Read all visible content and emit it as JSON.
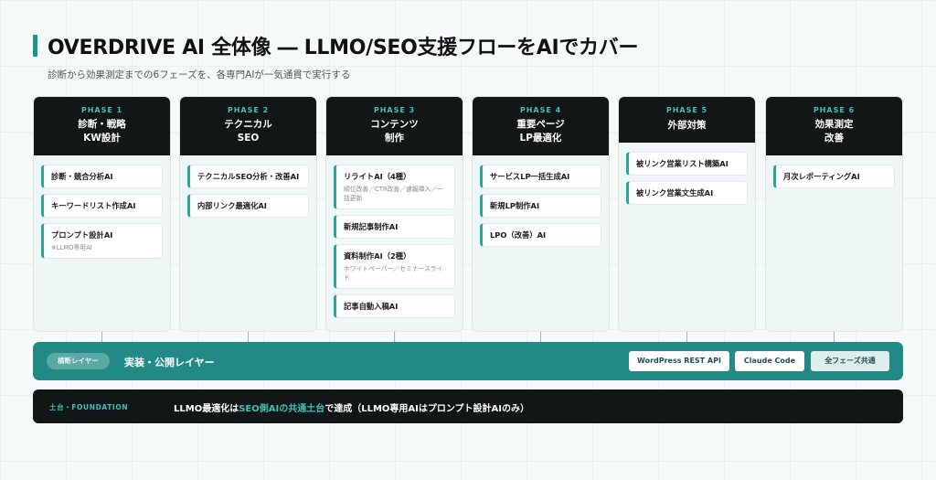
{
  "header": {
    "title": "OVERDRIVE AI 全体像 ― LLMO/SEO支援フローをAIでカバー",
    "subtitle": "診断から効果測定までの6フェーズを、各専門AIが一気通貫で実行する"
  },
  "phases": [
    {
      "num": "PHASE 1",
      "name_line1": "診断・戦略",
      "name_line2": "KW設計",
      "items": [
        {
          "label": "診断・競合分析AI",
          "note": ""
        },
        {
          "label": "キーワードリスト作成AI",
          "note": ""
        },
        {
          "label": "プロンプト設計AI",
          "note": "※LLMO専用AI"
        }
      ]
    },
    {
      "num": "PHASE 2",
      "name_line1": "テクニカル",
      "name_line2": "SEO",
      "items": [
        {
          "label": "テクニカルSEO分析・改善AI",
          "note": ""
        },
        {
          "label": "内部リンク最適化AI",
          "note": ""
        }
      ]
    },
    {
      "num": "PHASE 3",
      "name_line1": "コンテンツ",
      "name_line2": "制作",
      "items": [
        {
          "label": "リライトAI（4種）",
          "note": "順位改善／CTR改善／速報挿入／一括更新"
        },
        {
          "label": "新規記事制作AI",
          "note": ""
        },
        {
          "label": "資料制作AI（2種）",
          "note": "ホワイトペーパー／セミナースライド"
        },
        {
          "label": "記事自動入稿AI",
          "note": ""
        }
      ]
    },
    {
      "num": "PHASE 4",
      "name_line1": "重要ページ",
      "name_line2": "LP最適化",
      "items": [
        {
          "label": "サービスLP一括生成AI",
          "note": ""
        },
        {
          "label": "新規LP制作AI",
          "note": ""
        },
        {
          "label": "LPO（改善）AI",
          "note": ""
        }
      ]
    },
    {
      "num": "PHASE 5",
      "name_line1": "外部対策",
      "name_line2": "",
      "items": [
        {
          "label": "被リンク営業リスト構築AI",
          "note": ""
        },
        {
          "label": "被リンク営業文生成AI",
          "note": ""
        }
      ]
    },
    {
      "num": "PHASE 6",
      "name_line1": "効果測定",
      "name_line2": "改善",
      "items": [
        {
          "label": "月次レポーティングAI",
          "note": ""
        }
      ]
    }
  ],
  "implementation": {
    "badge": "横断レイヤー",
    "title": "実装・公開レイヤー",
    "buttons": [
      "WordPress REST API",
      "Claude Code",
      "全フェーズ共通"
    ]
  },
  "foundation": {
    "label": "土台・FOUNDATION",
    "text_before": "LLMO最適化は",
    "text_highlight": "SEO側AIの共通土台",
    "text_after": "で達成（LLMO専用AIはプロンプト設計AIのみ）"
  },
  "colors": {
    "accent": "#20928c",
    "dark": "#121617",
    "teal_bar": "#228a84"
  }
}
